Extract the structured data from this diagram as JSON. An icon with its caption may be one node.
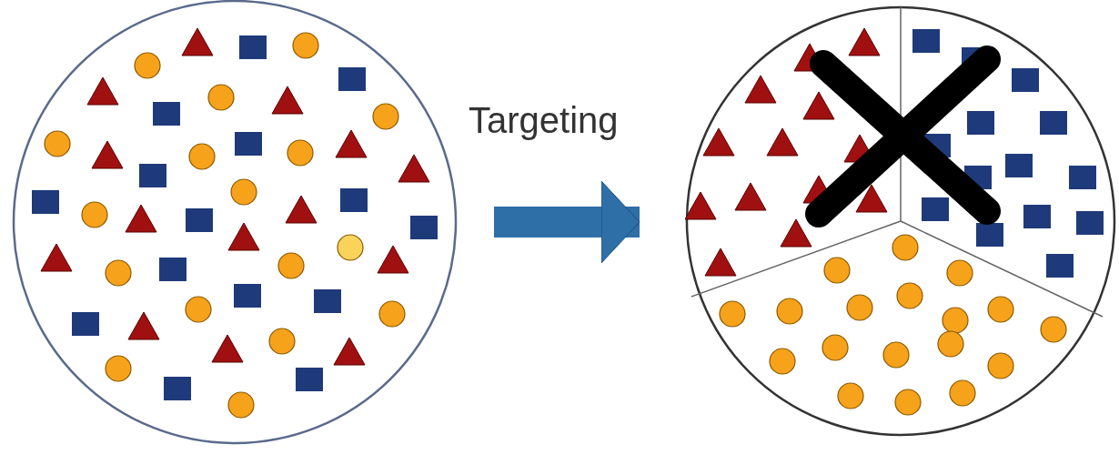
{
  "diagram": {
    "nodes": [
      {
        "text": [],
        "shape": "circle"
      },
      {
        "text": [],
        "shape": "circle"
      }
    ],
    "edges": [
      {
        "from": 0,
        "to": 1,
        "arrow": "to",
        "label": "Targeting"
      }
    ]
  }
}
